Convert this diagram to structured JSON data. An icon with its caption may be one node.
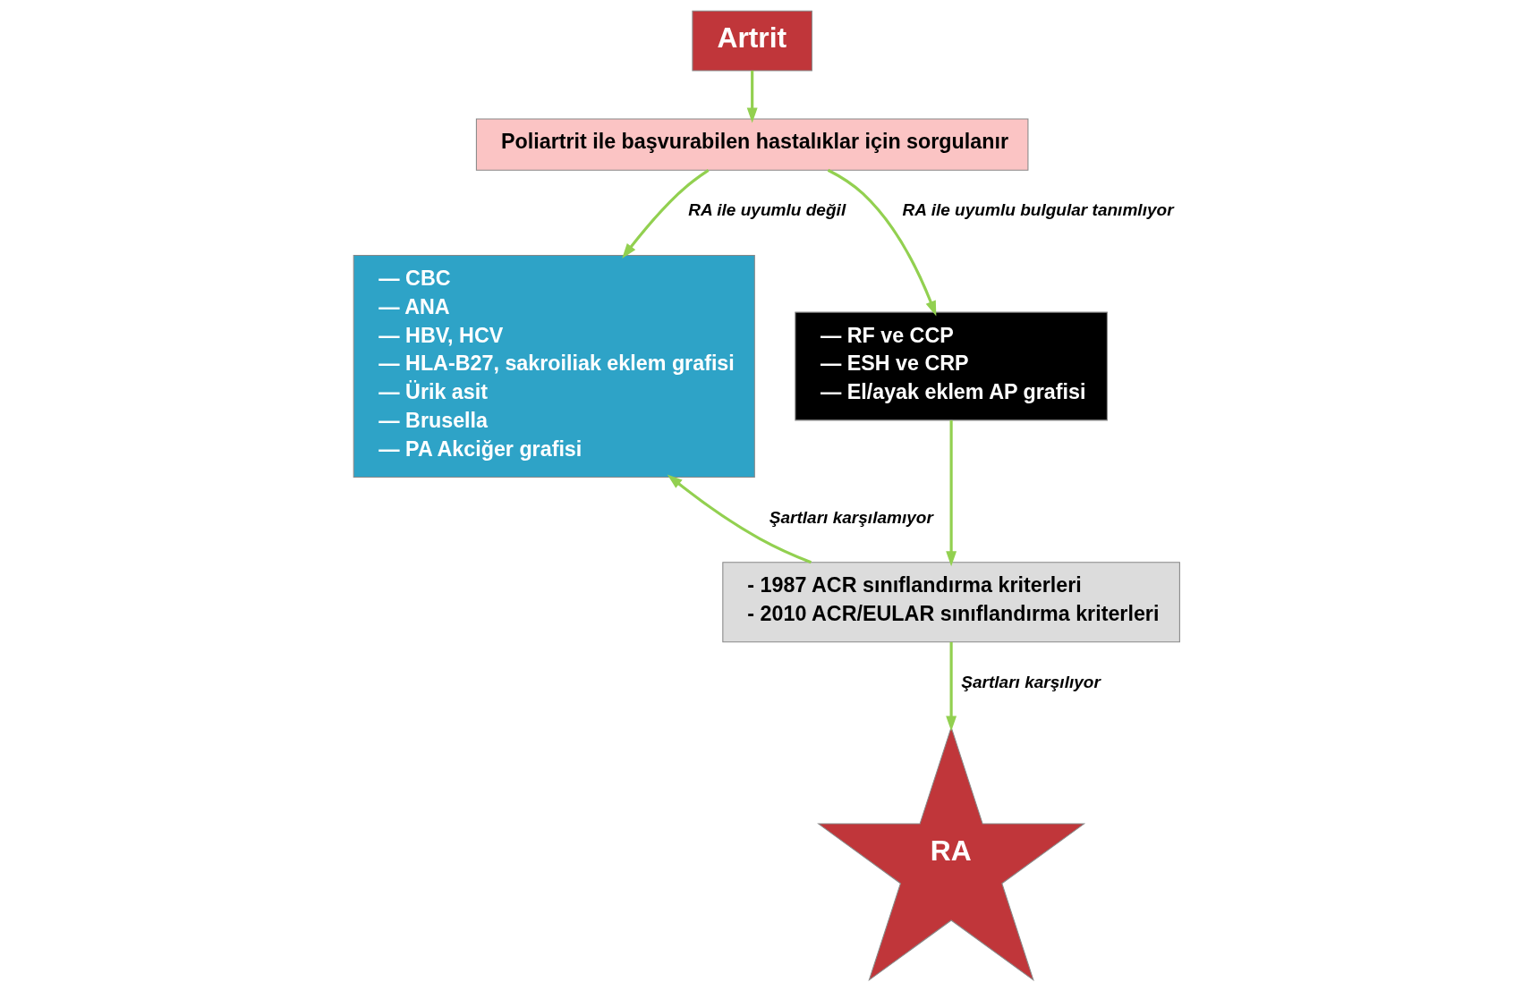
{
  "diagram": {
    "nodes": [
      {
        "text": [
          "Artrit"
        ]
      },
      {
        "text": [
          "Poliartrit ile başvurabilen hastalıklar için sorgulanır"
        ]
      },
      {
        "text": [
          "— CBC",
          "— ANA",
          "— HBV, HCV",
          "— HLA-B27, sakroiliak eklem grafisi",
          "— Ürik asit",
          "— Brusella",
          "— PA Akciğer grafisi"
        ]
      },
      {
        "text": [
          "— RF ve CCP",
          "— ESH ve CRP",
          "— El/ayak eklem AP grafisi"
        ]
      },
      {
        "text": [
          "- 1987 ACR sınıflandırma kriterleri",
          "- 2010 ACR/EULAR sınıflandırma kriterleri"
        ]
      },
      {
        "text": [
          "RA"
        ]
      }
    ],
    "edges": [
      {
        "from": 0,
        "to": 1,
        "arrow": "to"
      },
      {
        "from": 1,
        "to": 2,
        "arrow": "to",
        "label": "RA ile uyumlu değil"
      },
      {
        "from": 1,
        "to": 3,
        "arrow": "to",
        "label": "RA ile uyumlu bulgular tanımlıyor"
      },
      {
        "from": 3,
        "to": 4,
        "arrow": "to"
      },
      {
        "from": 4,
        "to": 5,
        "arrow": "to",
        "label": "Şartları karşılıyor"
      },
      {
        "from": 4,
        "to": 2,
        "arrow": "to",
        "label": "Şartları karşılamıyor"
      }
    ]
  }
}
